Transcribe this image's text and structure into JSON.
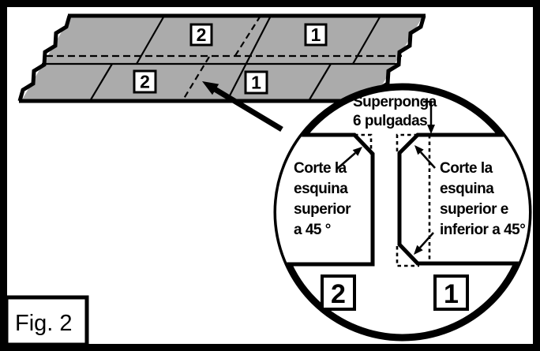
{
  "figure_label": "Fig. 2",
  "colors": {
    "shingle_gray": "#ABABAB",
    "ink": "#000000",
    "paper": "#FFFFFF"
  },
  "strip": {
    "top_course": {
      "left_label": "2",
      "right_label": "1"
    },
    "bottom_course": {
      "left_label": "2",
      "right_label": "1"
    }
  },
  "magnifier": {
    "overlap_note_line1": "Superponga",
    "overlap_note_line2": "6 pulgadas",
    "left_note_line1": "Corte la",
    "left_note_line2": "esquina",
    "left_note_line3": "superior",
    "left_note_line4": "a 45 °",
    "right_note_line1": "Corte la",
    "right_note_line2": "esquina",
    "right_note_line3": "superior e",
    "right_note_line4": "inferior a 45°",
    "left_piece_label": "2",
    "right_piece_label": "1"
  }
}
